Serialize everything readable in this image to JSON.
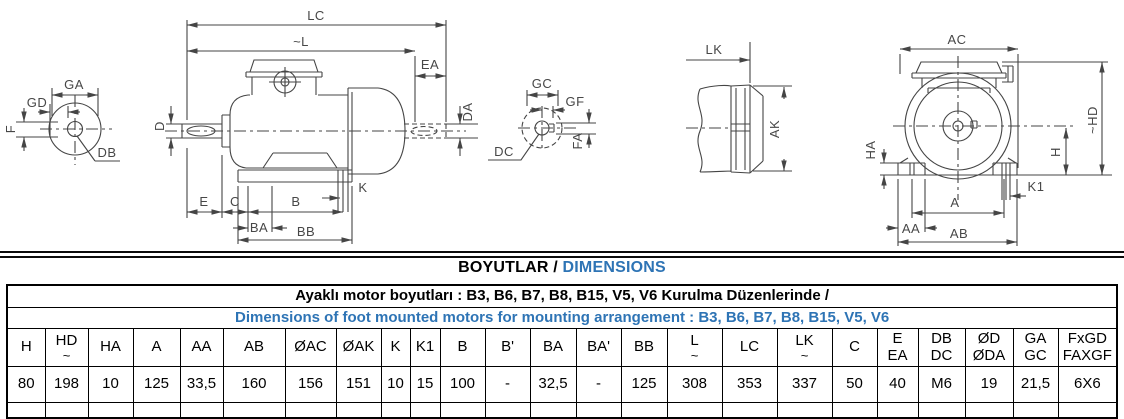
{
  "title": {
    "tr": "BOYUTLAR / ",
    "en": "DIMENSIONS"
  },
  "drawings": {
    "shaft_end_front": {
      "ga": "GA",
      "gd": "GD",
      "f": "F",
      "db": "DB"
    },
    "side_view": {
      "lc": "LC",
      "l": "~L",
      "ea": "EA",
      "da": "DA",
      "d": "D",
      "e": "E",
      "c": "C",
      "b": "B",
      "k": "K",
      "ba": "BA",
      "bb": "BB"
    },
    "shaft_end_rear": {
      "gc": "GC",
      "gf": "GF",
      "dc": "DC",
      "fa": "FA"
    },
    "rear_view": {
      "lk": "LK",
      "ak": "AK"
    },
    "front_view": {
      "ac": "AC",
      "hd": "~HD",
      "h": "H",
      "ha": "HA",
      "k1": "K1",
      "a": "A",
      "aa": "AA",
      "ab": "AB"
    }
  },
  "table": {
    "caption_tr": "Ayaklı motor boyutları : B3, B6, B7, B8, B15, V5, V6 Kurulma Düzenlerinde /",
    "caption_en": "Dimensions of foot mounted motors for mounting arrangement : B3, B6, B7, B8, B15, V5, V6",
    "columns": [
      {
        "h1": "H",
        "h2": "",
        "v": "80"
      },
      {
        "h1": "HD",
        "h2": "~",
        "v": "198"
      },
      {
        "h1": "HA",
        "h2": "",
        "v": "10"
      },
      {
        "h1": "A",
        "h2": "",
        "v": "125"
      },
      {
        "h1": "AA",
        "h2": "",
        "v": "33,5"
      },
      {
        "h1": "AB",
        "h2": "",
        "v": "160"
      },
      {
        "h1": "ØAC",
        "h2": "",
        "v": "156"
      },
      {
        "h1": "ØAK",
        "h2": "",
        "v": "151"
      },
      {
        "h1": "K",
        "h2": "",
        "v": "10"
      },
      {
        "h1": "K1",
        "h2": "",
        "v": "15"
      },
      {
        "h1": "B",
        "h2": "",
        "v": "100"
      },
      {
        "h1": "B'",
        "h2": "",
        "v": "-"
      },
      {
        "h1": "BA",
        "h2": "",
        "v": "32,5"
      },
      {
        "h1": "BA'",
        "h2": "",
        "v": "-"
      },
      {
        "h1": "BB",
        "h2": "",
        "v": "125"
      },
      {
        "h1": "L",
        "h2": "~",
        "v": "308"
      },
      {
        "h1": "LC",
        "h2": "",
        "v": "353"
      },
      {
        "h1": "LK",
        "h2": "~",
        "v": "337"
      },
      {
        "h1": "C",
        "h2": "",
        "v": "50"
      },
      {
        "h1": "E",
        "h2": "EA",
        "v": "40"
      },
      {
        "h1": "DB",
        "h2": "DC",
        "v": "M6"
      },
      {
        "h1": "ØD",
        "h2": "ØDA",
        "v": "19"
      },
      {
        "h1": "GA",
        "h2": "GC",
        "v": "21,5"
      },
      {
        "h1": "FxGD",
        "h2": "FAXGF",
        "v": "6X6"
      }
    ]
  },
  "colors": {
    "accent_blue": "#2e74b5",
    "drawing_line": "#454545",
    "table_line": "#000000"
  }
}
